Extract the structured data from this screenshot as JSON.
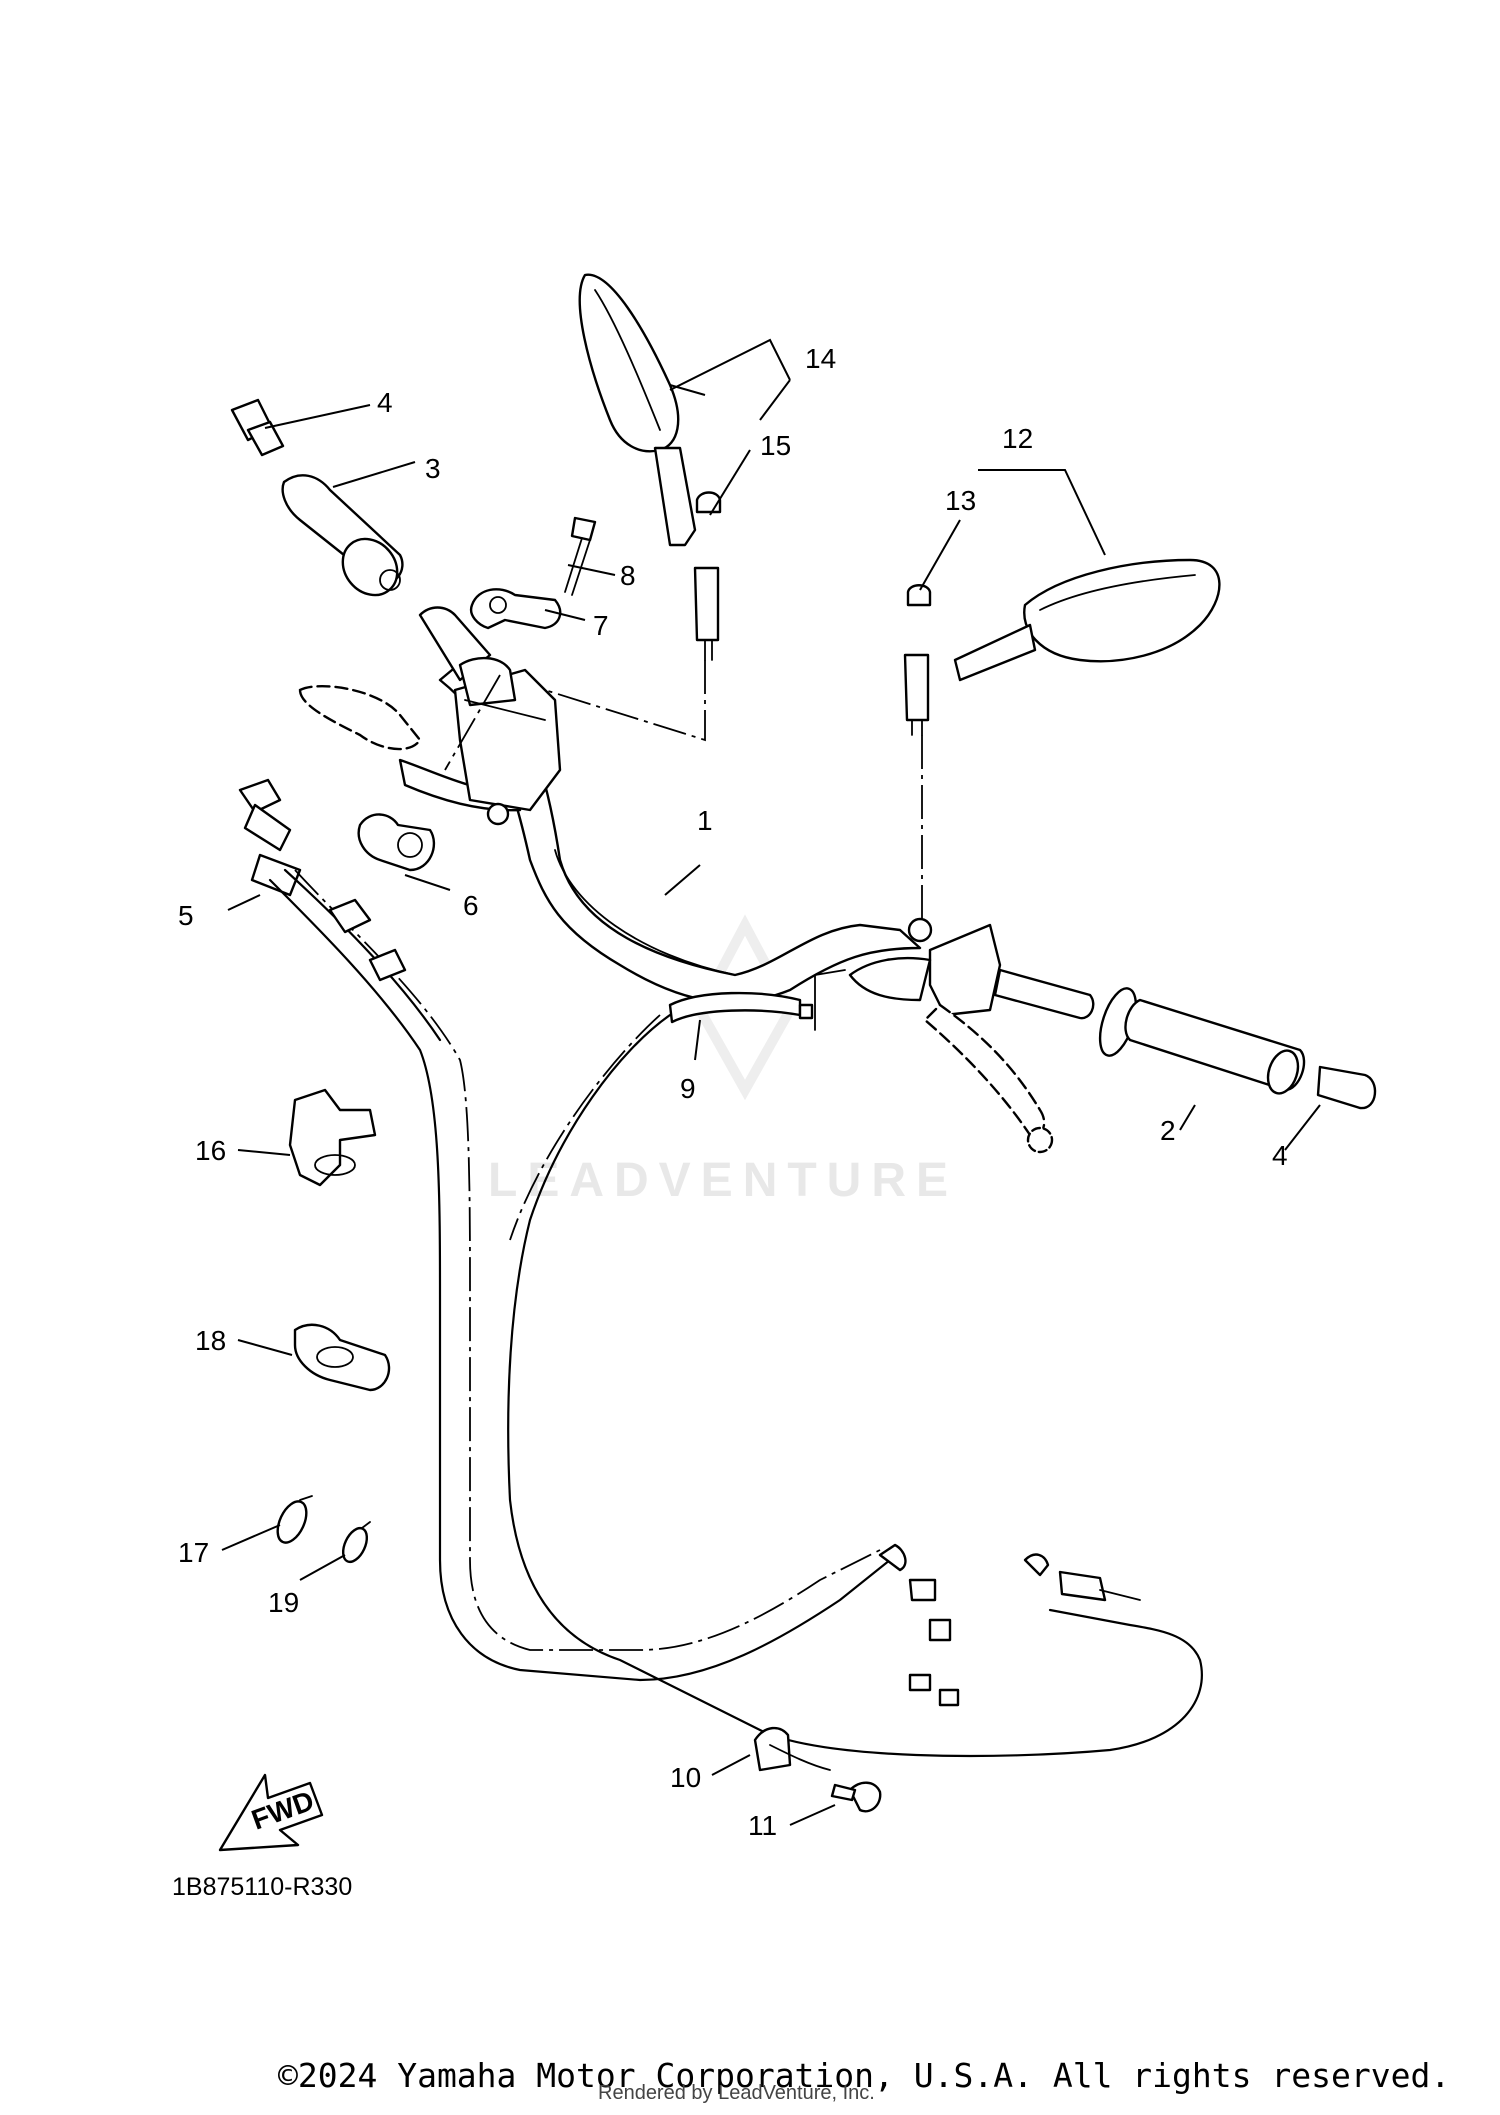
{
  "diagram": {
    "callouts": [
      {
        "id": "c1",
        "text": "1"
      },
      {
        "id": "c2",
        "text": "2"
      },
      {
        "id": "c3",
        "text": "3"
      },
      {
        "id": "c4a",
        "text": "4"
      },
      {
        "id": "c4b",
        "text": "4"
      },
      {
        "id": "c5",
        "text": "5"
      },
      {
        "id": "c6",
        "text": "6"
      },
      {
        "id": "c7",
        "text": "7"
      },
      {
        "id": "c8",
        "text": "8"
      },
      {
        "id": "c9",
        "text": "9"
      },
      {
        "id": "c10",
        "text": "10"
      },
      {
        "id": "c11",
        "text": "11"
      },
      {
        "id": "c12",
        "text": "12"
      },
      {
        "id": "c13",
        "text": "13"
      },
      {
        "id": "c14",
        "text": "14"
      },
      {
        "id": "c15",
        "text": "15"
      },
      {
        "id": "c16",
        "text": "16"
      },
      {
        "id": "c17",
        "text": "17"
      },
      {
        "id": "c18",
        "text": "18"
      },
      {
        "id": "c19",
        "text": "19"
      }
    ],
    "fwd_label": "FWD",
    "diagram_code": "1B875110-R330",
    "watermark": "LEADVENTURE"
  },
  "footer": {
    "copyright": "©2024 Yamaha Motor Corporation, U.S.A. All rights reserved.",
    "rendered_by": "Rendered by LeadVenture, Inc."
  }
}
